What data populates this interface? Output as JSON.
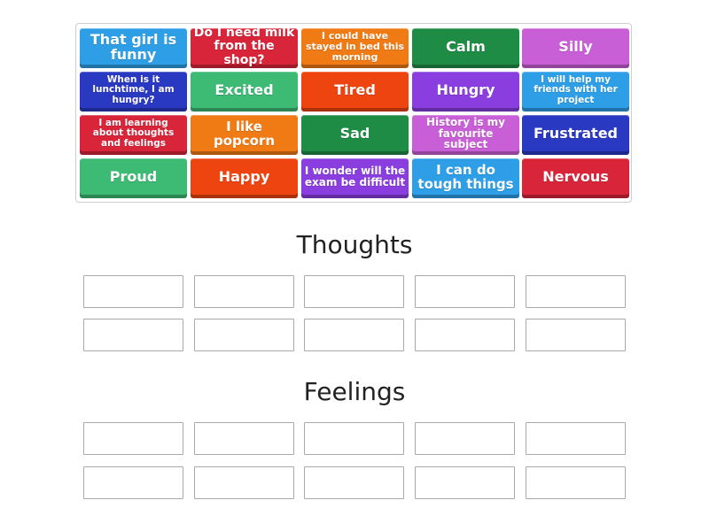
{
  "tiles": [
    {
      "text": "That girl is funny",
      "color": "#2e9fe6"
    },
    {
      "text": "Do I need milk from the shop?",
      "color": "#d9253a"
    },
    {
      "text": "I could have stayed in bed this morning",
      "color": "#f07a14"
    },
    {
      "text": "Calm",
      "color": "#1f8c46"
    },
    {
      "text": "Silly",
      "color": "#c95fd6"
    },
    {
      "text": "When is it lunchtime, I am hungry?",
      "color": "#2a39c2"
    },
    {
      "text": "Excited",
      "color": "#3dba74"
    },
    {
      "text": "Tired",
      "color": "#ee4410"
    },
    {
      "text": "Hungry",
      "color": "#8a3ee0"
    },
    {
      "text": "I will help my friends with her project",
      "color": "#2e9fe6"
    },
    {
      "text": "I am learning about thoughts and feelings",
      "color": "#d9253a"
    },
    {
      "text": "I like popcorn",
      "color": "#f07a14"
    },
    {
      "text": "Sad",
      "color": "#1f8c46"
    },
    {
      "text": "History is my favourite subject",
      "color": "#c95fd6"
    },
    {
      "text": "Frustrated",
      "color": "#2a39c2"
    },
    {
      "text": "Proud",
      "color": "#3dba74"
    },
    {
      "text": "Happy",
      "color": "#ee4410"
    },
    {
      "text": "I wonder will the exam be difficult",
      "color": "#8a3ee0"
    },
    {
      "text": "I can do tough things",
      "color": "#2e9fe6"
    },
    {
      "text": "Nervous",
      "color": "#d9253a"
    }
  ],
  "groups": [
    {
      "title": "Thoughts",
      "slot_count": 10
    },
    {
      "title": "Feelings",
      "slot_count": 10
    }
  ]
}
